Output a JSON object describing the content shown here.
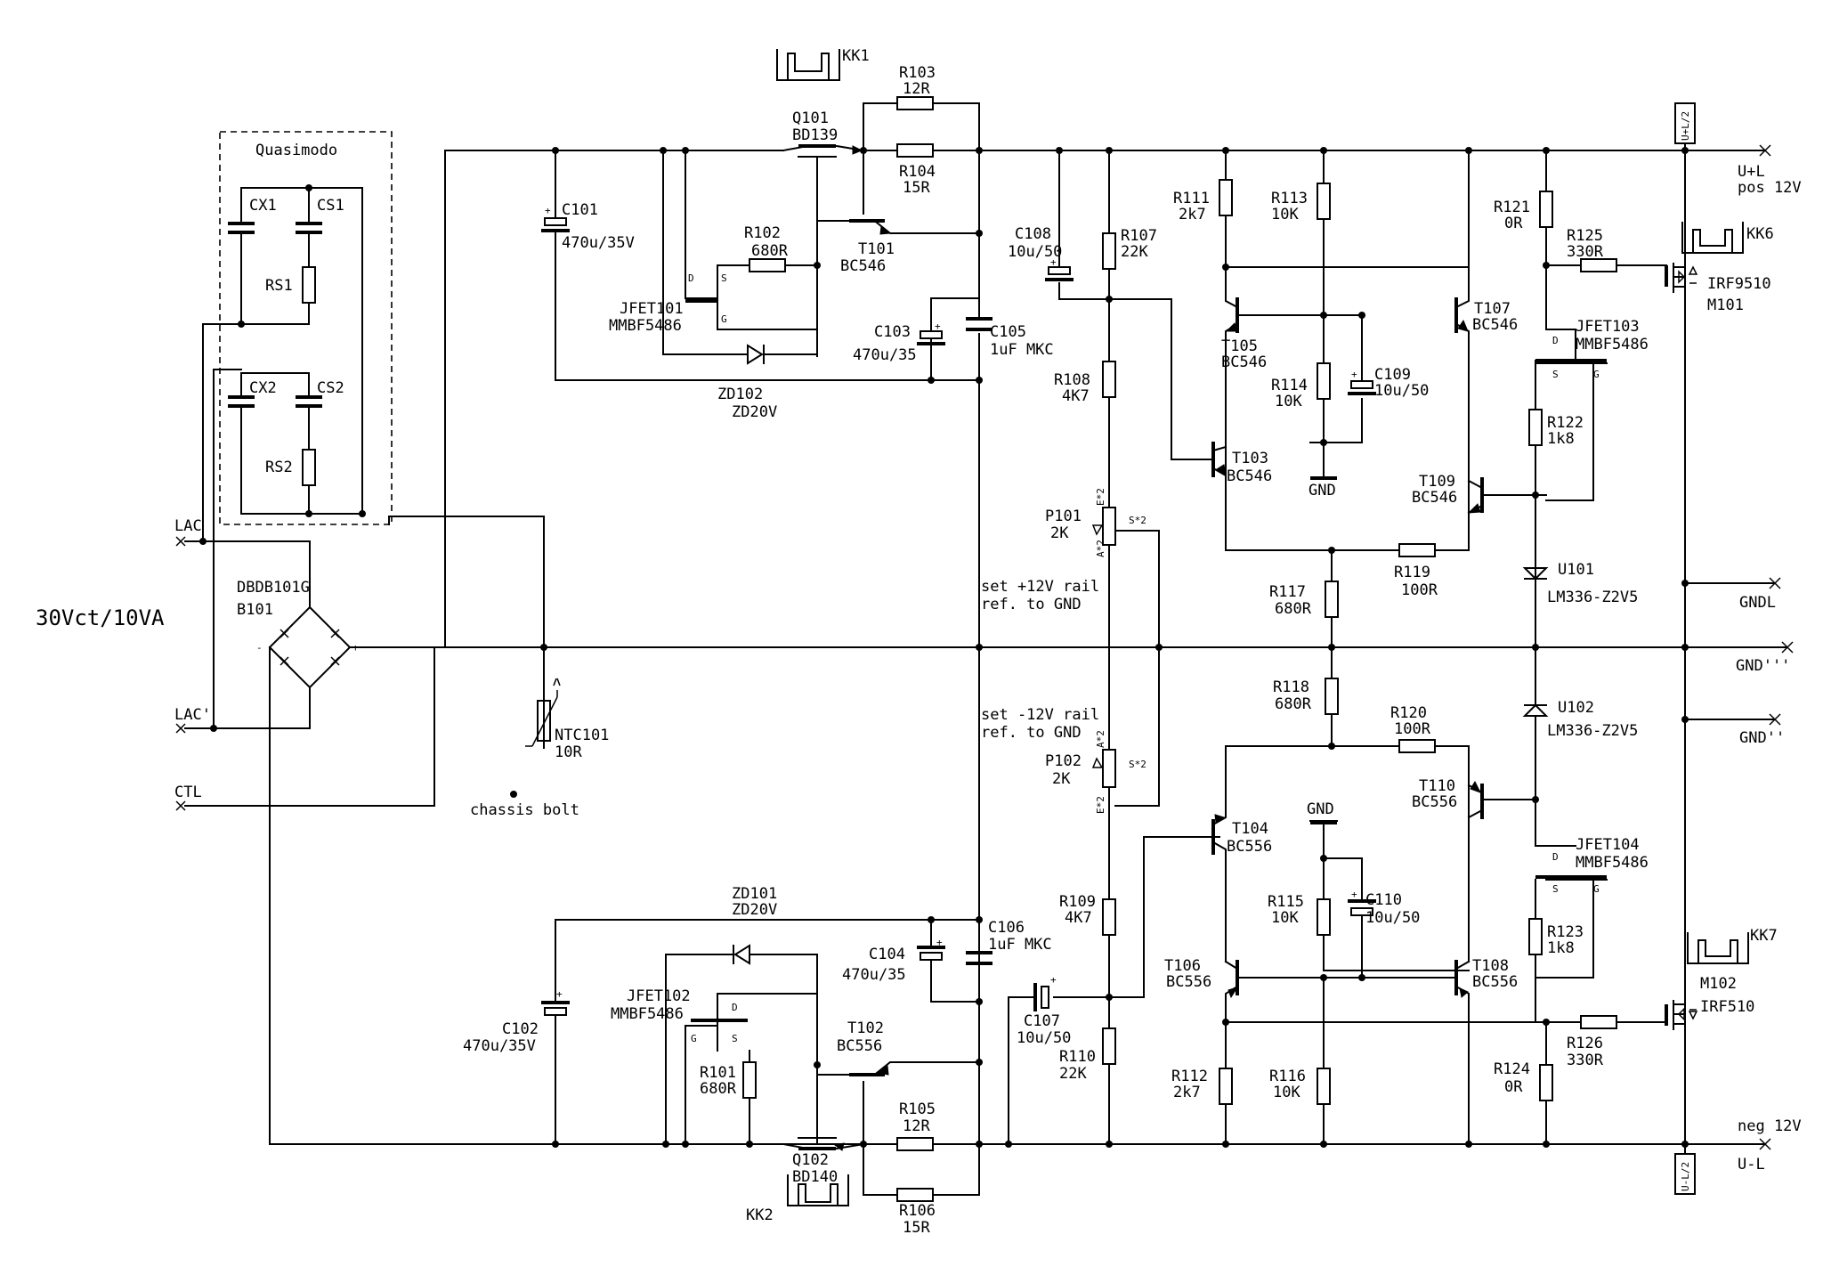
{
  "diagram": {
    "title": "30Vct/10VA",
    "snubber": {
      "label": "Quasimodo",
      "parts": [
        "CX1",
        "CS1",
        "RS1",
        "CX2",
        "CS2",
        "RS2"
      ]
    },
    "terminals": {
      "lac_top": "LAC",
      "lac_bottom": "LAC'",
      "ctl": "CTL",
      "upl_name": "U+L",
      "upl_desc": "pos 12V",
      "uml_name": "U-L",
      "uml_desc": "neg 12V",
      "gndl": "GNDL",
      "gnd3": "GND'''",
      "gnd2": "GND''",
      "upl2": "U+L/2",
      "uml2": "U-L/2"
    },
    "notes": {
      "pos_rail": [
        "set +12V rail",
        "ref. to GND"
      ],
      "neg_rail": [
        "set -12V rail",
        "ref. to GND"
      ],
      "chassis": "chassis bolt"
    },
    "components": {
      "B101": [
        "DBDB101G",
        "B101"
      ],
      "NTC101": [
        "NTC101",
        "10R"
      ],
      "C101": [
        "C101",
        "470u/35V"
      ],
      "C102": [
        "C102",
        "470u/35V"
      ],
      "C103": [
        "C103",
        "470u/35"
      ],
      "C104": [
        "C104",
        "470u/35"
      ],
      "C105": [
        "C105",
        "1uF MKC"
      ],
      "C106": [
        "C106",
        "1uF MKC"
      ],
      "C107": [
        "C107",
        "10u/50"
      ],
      "C108": [
        "C108",
        "10u/50"
      ],
      "C109": [
        "C109",
        "10u/50"
      ],
      "C110": [
        "C110",
        "10u/50"
      ],
      "Q101": [
        "Q101",
        "BD139"
      ],
      "Q102": [
        "Q102",
        "BD140"
      ],
      "KK1": "KK1",
      "KK2": "KK2",
      "KK6": "KK6",
      "KK7": "KK7",
      "R101": [
        "R101",
        "680R"
      ],
      "R102": [
        "R102",
        "680R"
      ],
      "R103": [
        "R103",
        "12R"
      ],
      "R104": [
        "R104",
        "15R"
      ],
      "R105": [
        "R105",
        "12R"
      ],
      "R106": [
        "R106",
        "15R"
      ],
      "R107": [
        "R107",
        "22K"
      ],
      "R108": [
        "R108",
        "4K7"
      ],
      "R109": [
        "R109",
        "4K7"
      ],
      "R110": [
        "R110",
        "22K"
      ],
      "R111": [
        "R111",
        "2k7"
      ],
      "R112": [
        "R112",
        "2k7"
      ],
      "R113": [
        "R113",
        "10K"
      ],
      "R114": [
        "R114",
        "10K"
      ],
      "R115": [
        "R115",
        "10K"
      ],
      "R116": [
        "R116",
        "10K"
      ],
      "R117": [
        "R117",
        "680R"
      ],
      "R118": [
        "R118",
        "680R"
      ],
      "R119": [
        "R119",
        "100R"
      ],
      "R120": [
        "R120",
        "100R"
      ],
      "R121": [
        "R121",
        "0R"
      ],
      "R122": [
        "R122",
        "1k8"
      ],
      "R123": [
        "R123",
        "1k8"
      ],
      "R124": [
        "R124",
        "0R"
      ],
      "R125": [
        "R125",
        "330R"
      ],
      "R126": [
        "R126",
        "330R"
      ],
      "T101": [
        "T101",
        "BC546"
      ],
      "T102": [
        "T102",
        "BC556"
      ],
      "T103": [
        "T103",
        "BC546"
      ],
      "T104": [
        "T104",
        "BC556"
      ],
      "T105": [
        "T105",
        "BC546"
      ],
      "T106": [
        "T106",
        "BC556"
      ],
      "T107": [
        "T107",
        "BC546"
      ],
      "T108": [
        "T108",
        "BC556"
      ],
      "T109": [
        "T109",
        "BC546"
      ],
      "T110": [
        "T110",
        "BC556"
      ],
      "JFET101": [
        "JFET101",
        "MMBF5486"
      ],
      "JFET102": [
        "JFET102",
        "MMBF5486"
      ],
      "JFET103": [
        "JFET103",
        "MMBF5486"
      ],
      "JFET104": [
        "JFET104",
        "MMBF5486"
      ],
      "ZD101": [
        "ZD101",
        "ZD20V"
      ],
      "ZD102": [
        "ZD102",
        "ZD20V"
      ],
      "P101": [
        "P101",
        "2K"
      ],
      "P102": [
        "P102",
        "2K"
      ],
      "U101": [
        "U101",
        "LM336-Z2V5"
      ],
      "U102": [
        "U102",
        "LM336-Z2V5"
      ],
      "M101": [
        "IRF9510",
        "M101"
      ],
      "M102": [
        "M102",
        "IRF510"
      ],
      "GND_top": "GND",
      "GND_bot": "GND"
    },
    "pin_labels": {
      "drain": "D",
      "source": "S",
      "gate": "G",
      "p_end": "E*2",
      "p_start": "A*2",
      "p_slider": "S*2"
    }
  }
}
